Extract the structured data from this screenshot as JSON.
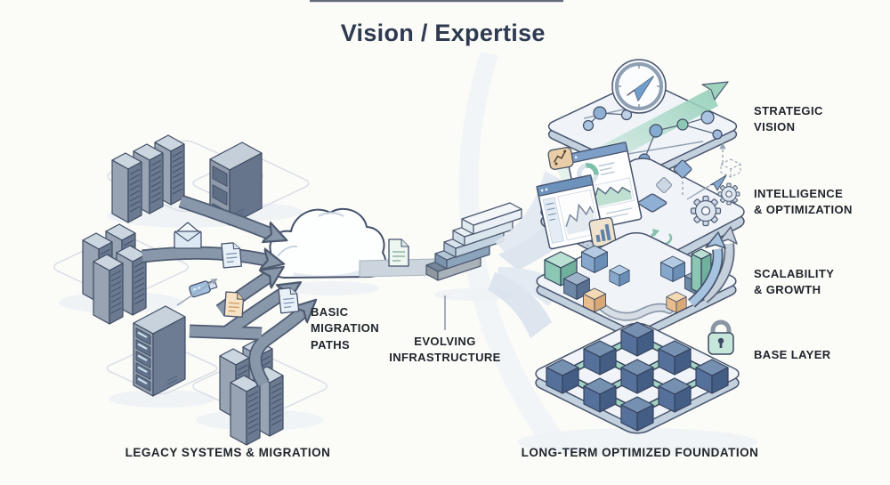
{
  "title": "Vision / Expertise",
  "annotations": {
    "basic_migration_paths": "BASIC\nMIGRATION\nPATHS",
    "evolving_infrastructure": "EVOLVING\nINFRASTRUCTURE"
  },
  "layer_labels": {
    "strategic_vision": "STRATEGIC\nVISION",
    "intelligence_optimization": "INTELLIGENCE\n& OPTIMIZATION",
    "scalability_growth": "SCALABILITY\n& GROWTH",
    "base_layer": "BASE LAYER"
  },
  "captions": {
    "left": "LEGACY SYSTEMS & MIGRATION",
    "right": "LONG-TERM OPTIMIZED FOUNDATION"
  },
  "palette": {
    "background": "#fbfbf8",
    "ink_outline": "#44516b",
    "title_ink": "#2d3a50",
    "label_ink": "#20252c",
    "arrow_gray": "#8997ab",
    "teal_accent": "#8cc7b4",
    "steel_blue": "#85a7cb",
    "orange_accent": "#e7bd8d",
    "platform_top": "#f0f4f9",
    "cube_navy": "#55719b"
  }
}
